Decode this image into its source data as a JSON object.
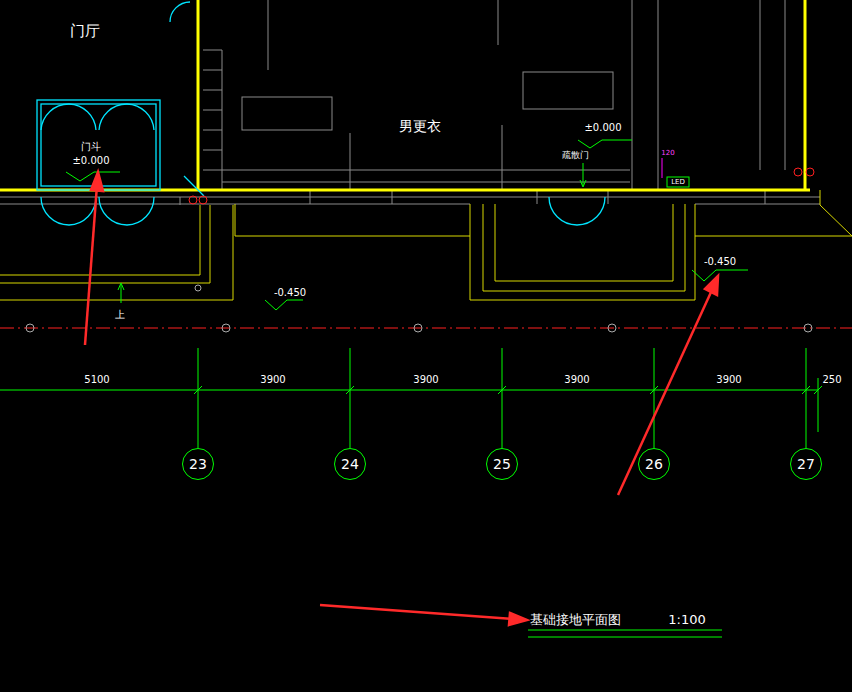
{
  "diagram": {
    "title": "基础接地平面图",
    "nodes": [
      {
        "text": [
          "23"
        ]
      },
      {
        "text": [
          "24"
        ]
      },
      {
        "text": [
          "25"
        ]
      },
      {
        "text": [
          "26"
        ]
      },
      {
        "text": [
          "27"
        ]
      }
    ],
    "labels": [
      "门厅",
      "门斗",
      "±0.000",
      "男更衣",
      "±0.000",
      "疏散门",
      "120",
      "LED",
      "-0.450",
      "-0.450",
      "上",
      "5100",
      "3900",
      "3900",
      "3900",
      "3900",
      "250",
      "1:100"
    ]
  }
}
